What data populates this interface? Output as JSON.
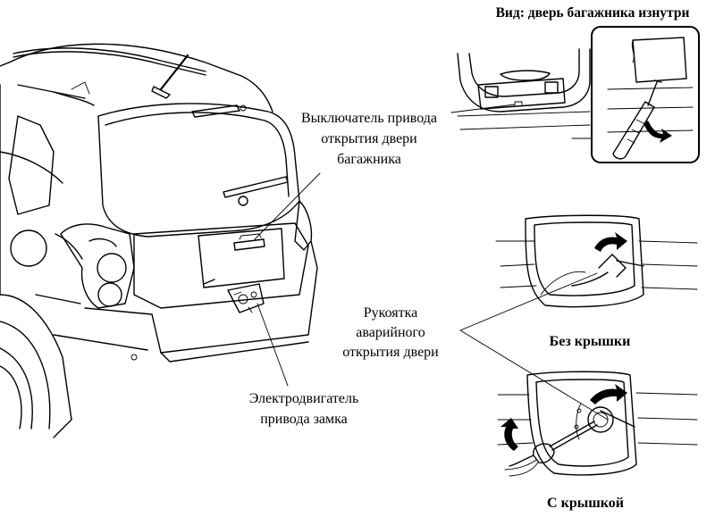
{
  "labels": {
    "view_title": "Вид: дверь багажника изнутри",
    "switch_label": "Выключатель привода\nоткрытия двери\nбагажника",
    "motor_label": "Электродвигатель\nпривода замка",
    "handle_label": "Рукоятка\nаварийного\nоткрытия двери",
    "without_cover": "Без крышки",
    "with_cover": "С крышкой"
  }
}
